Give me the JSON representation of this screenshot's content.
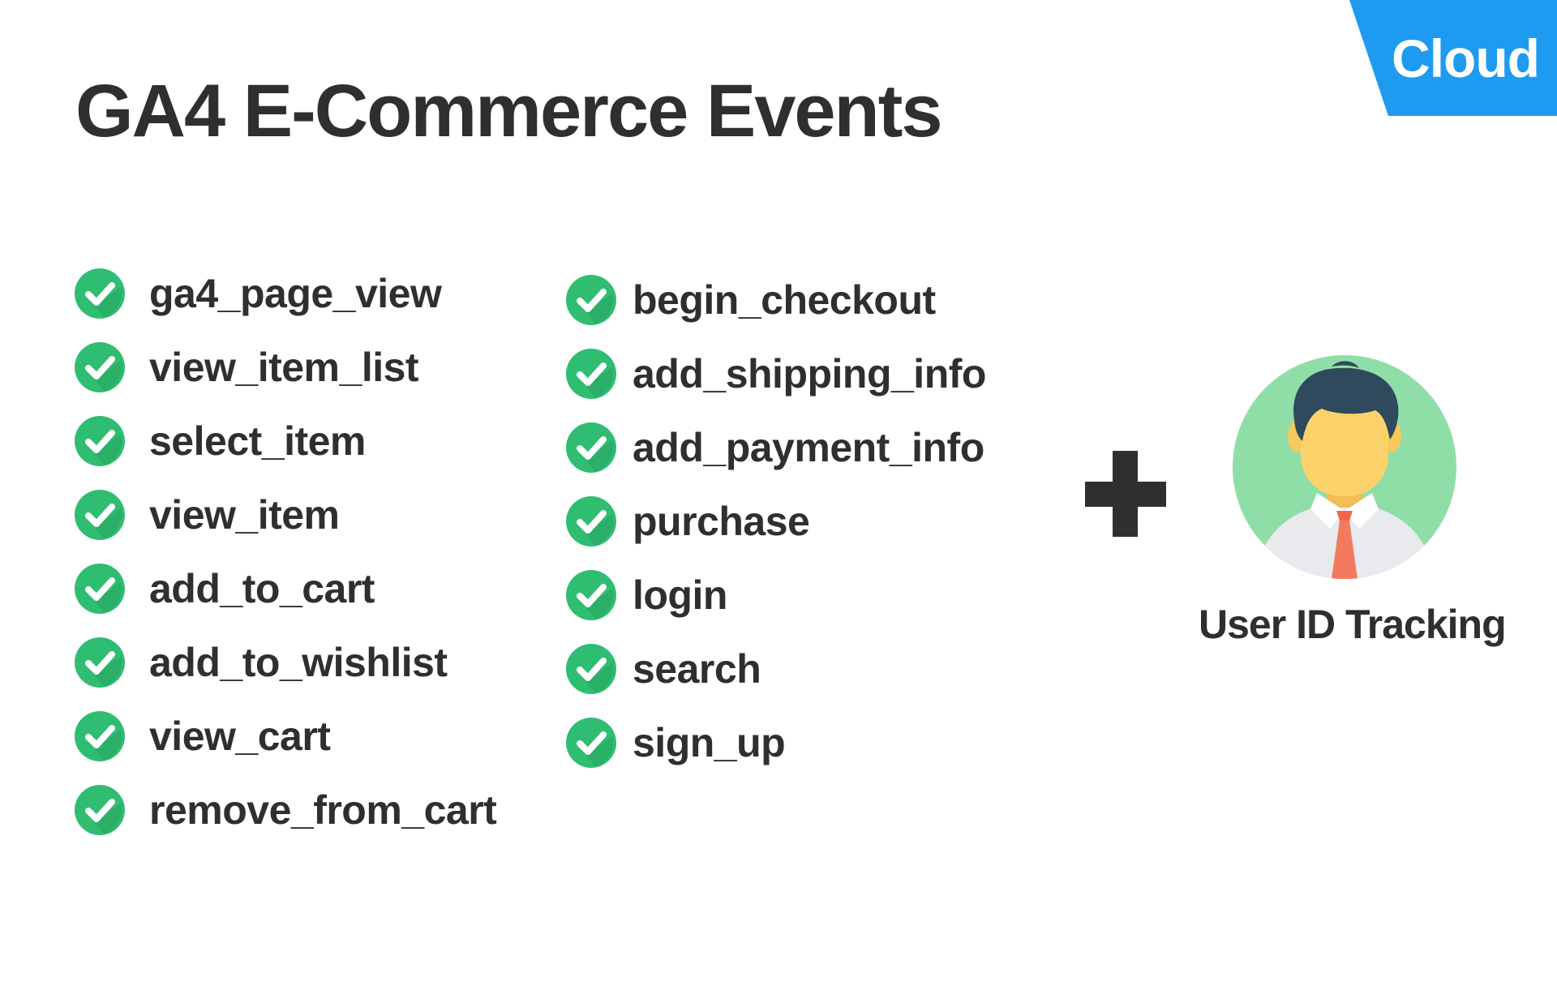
{
  "badge": {
    "label": "Cloud",
    "color": "#1e9bf0"
  },
  "title": "GA4 E-Commerce Events",
  "events_left": [
    "ga4_page_view",
    "view_item_list",
    "select_item",
    "view_item",
    "add_to_cart",
    "add_to_wishlist",
    "view_cart",
    "remove_from_cart"
  ],
  "events_right": [
    "begin_checkout",
    "add_shipping_info",
    "add_payment_info",
    "purchase",
    "login",
    "search",
    "sign_up"
  ],
  "icons": {
    "check": "check-circle-icon",
    "plus": "plus-icon",
    "avatar": "user-avatar-icon"
  },
  "colors": {
    "check_green": "#2fbd72",
    "check_shadow": "#27a260",
    "text": "#2f2f2f",
    "avatar_bg": "#90dea7"
  },
  "avatar_caption": "User ID Tracking"
}
